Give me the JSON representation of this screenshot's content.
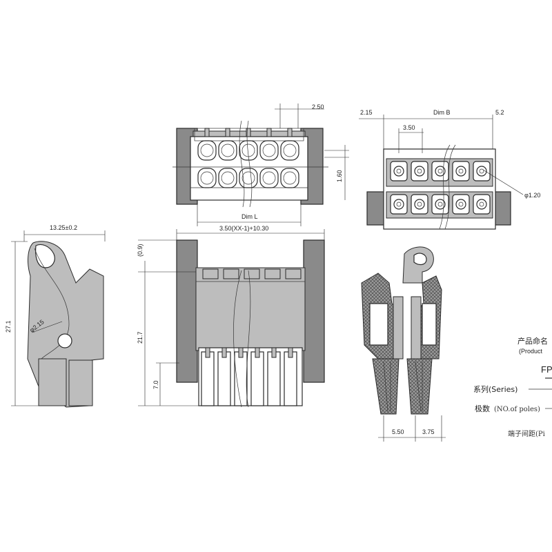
{
  "dimensions": {
    "top_pitch": "2.50",
    "top_height": "1.60",
    "top_dim_l": "Dim L",
    "right_left": "2.15",
    "right_dim_b": "Dim B",
    "right_right": "5.2",
    "right_pitch": "3.50",
    "right_hole": "φ1.20",
    "side_width": "13.25±0.2",
    "side_height": "27.1",
    "side_hole": "φ2.15",
    "front_width": "3.50(XX-1)+10.30",
    "front_offset": "(0.9)",
    "front_height": "21.7",
    "front_pin": "7.0",
    "section_left": "5.50",
    "section_right": "3.75"
  },
  "naming": {
    "title_cn": "产品命名",
    "title_en": "(Product",
    "code": "FP",
    "series": "系列(Series)",
    "poles_cn": "极数",
    "poles_en": "(NO.of poles)",
    "pitch": "端子间距(Pi"
  }
}
